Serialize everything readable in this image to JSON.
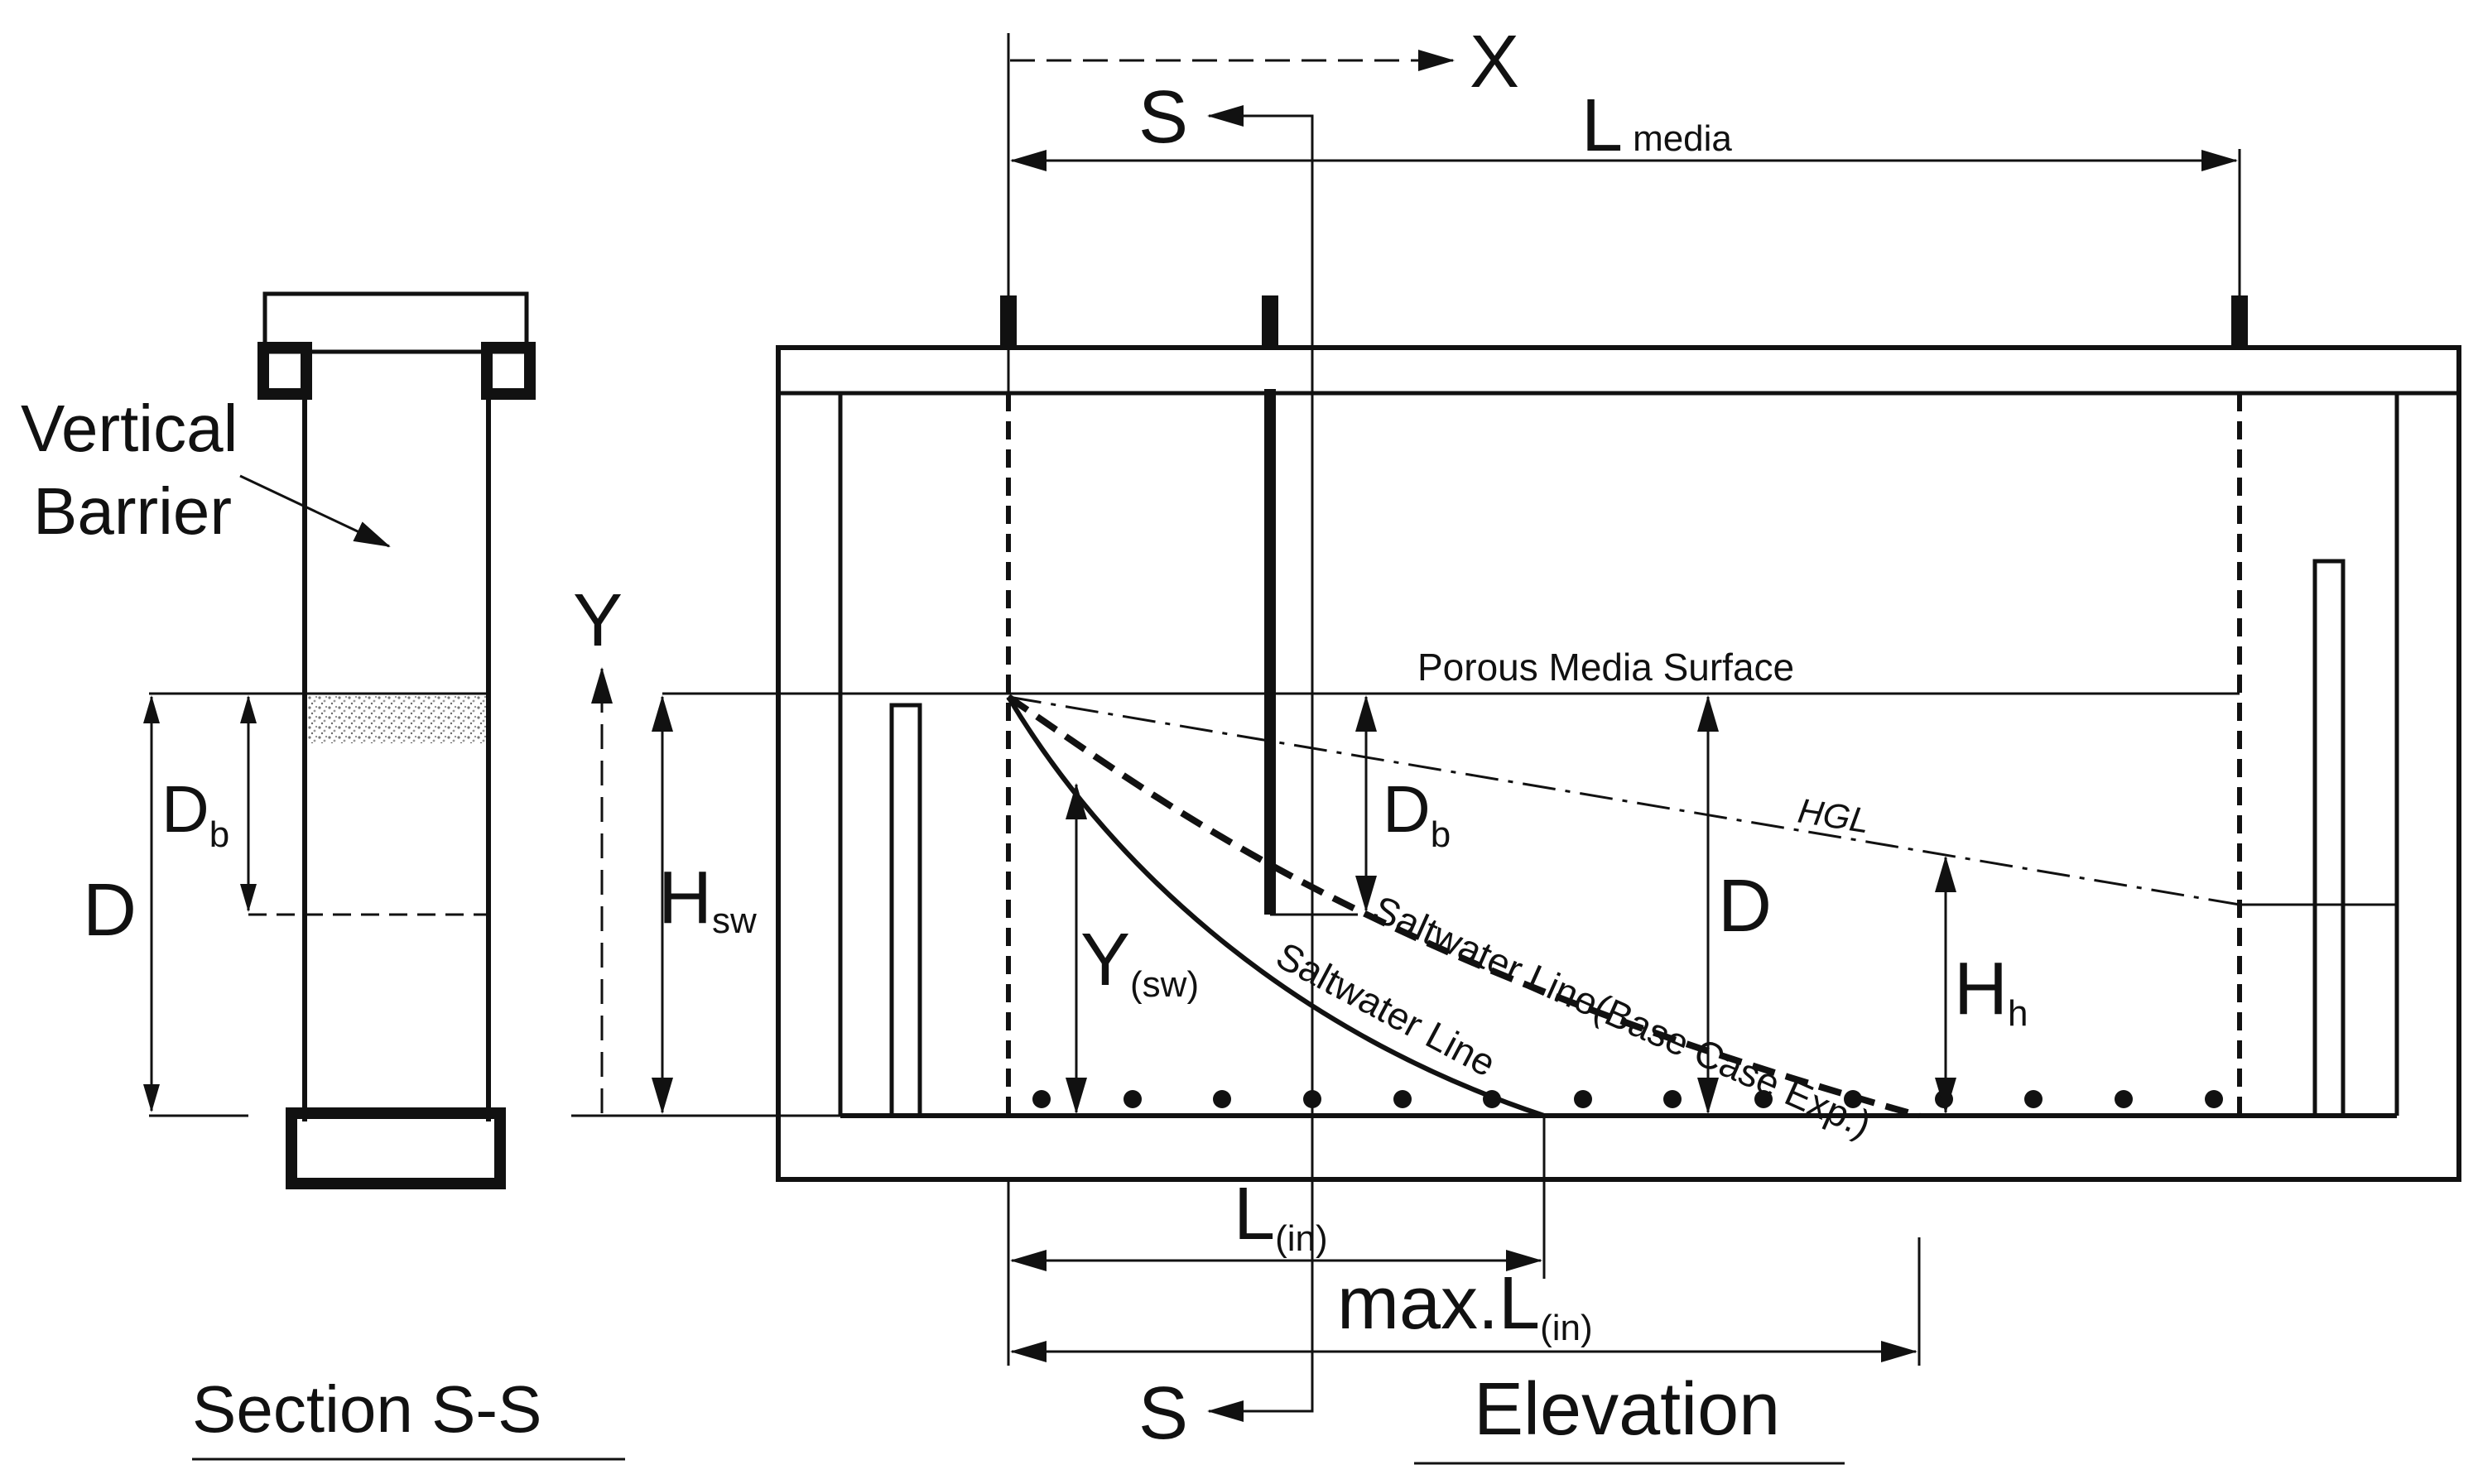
{
  "section": {
    "title": "Section S-S",
    "barrier_label_line1": "Vertical",
    "barrier_label_line2": "Barrier",
    "d_label": "D",
    "db_label": "D",
    "db_sub": "b"
  },
  "elevation": {
    "title": "Elevation",
    "x_axis": "X",
    "y_axis": "Y",
    "section_mark": "S",
    "l_media": "L",
    "l_media_sub": "media",
    "porous_surface": "Porous Media Surface",
    "hgl": "HGL",
    "h_sw": "H",
    "h_sw_sub": "sw",
    "y_sw": "Y",
    "y_sw_sub": "(sw)",
    "db_label": "D",
    "db_sub": "b",
    "d_label": "D",
    "h_h": "H",
    "h_h_sub": "h",
    "saltwater_line": "Saltwater Line",
    "saltwater_base": "Saltwater Line(Base Case Exp.)",
    "l_in": "L",
    "l_in_sub": "(in)",
    "max_l_in": "max.L",
    "max_l_in_sub": "(in)"
  }
}
